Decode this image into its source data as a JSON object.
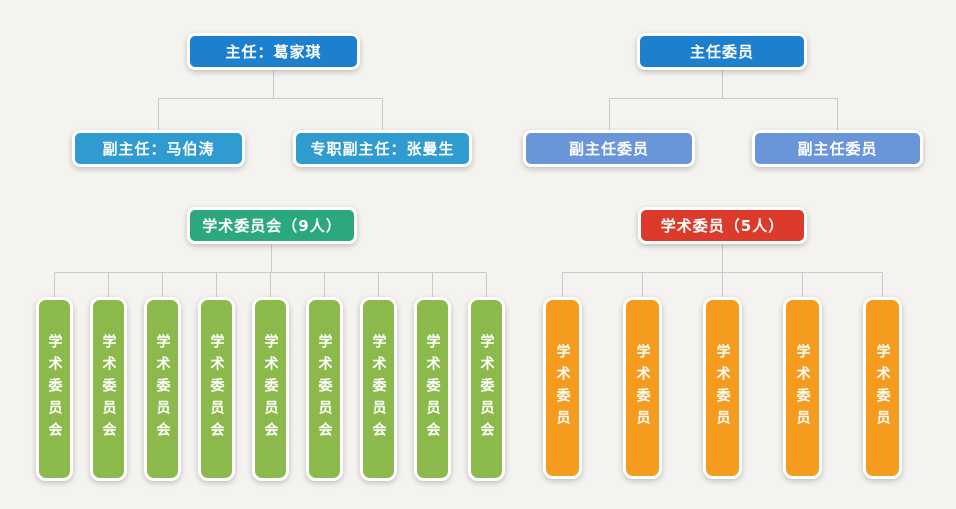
{
  "page": {
    "background_color": "#f5f3f0",
    "connector_color": "#c9c9c9"
  },
  "left_chart": {
    "root": {
      "label": "主任：葛家琪",
      "color": "#1c80cf"
    },
    "deputies": [
      {
        "label": "副主任：马伯涛",
        "color": "#2f9bce"
      },
      {
        "label": "专职副主任：张曼生",
        "color": "#2f9bce"
      }
    ],
    "committee": {
      "label": "学术委员会（9人）",
      "color": "#2ca87e"
    },
    "member_color": "#8cb94c",
    "members": [
      "学术委员会",
      "学术委员会",
      "学术委员会",
      "学术委员会",
      "学术委员会",
      "学术委员会",
      "学术委员会",
      "学术委员会",
      "学术委员会"
    ]
  },
  "right_chart": {
    "root": {
      "label": "主任委员",
      "color": "#1c80cf"
    },
    "deputies": [
      {
        "label": "副主任委员",
        "color": "#6b95d9"
      },
      {
        "label": "副主任委员",
        "color": "#6b95d9"
      }
    ],
    "committee": {
      "label": "学术委员（5人）",
      "color": "#dc3b2b"
    },
    "member_color": "#f59b1e",
    "members": [
      "学术委员",
      "学术委员",
      "学术委员",
      "学术委员",
      "学术委员"
    ]
  }
}
